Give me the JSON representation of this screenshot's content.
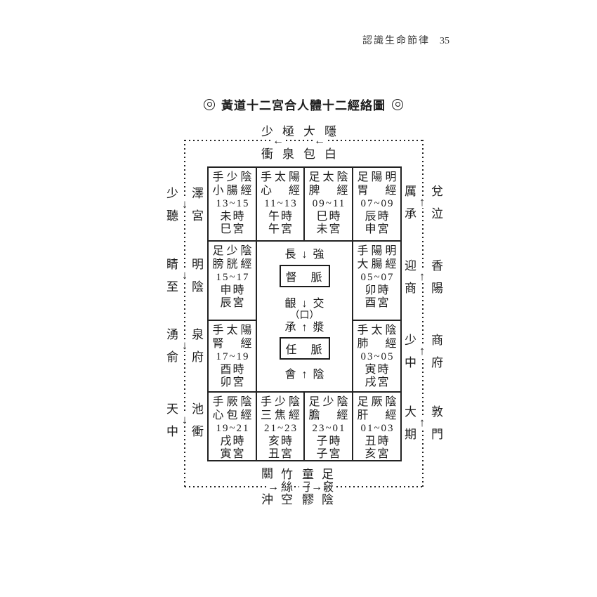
{
  "page": {
    "book_header": "認識生命節律",
    "page_number": "35"
  },
  "title": {
    "text": "黃道十二宮合人體十二經絡圖"
  },
  "frame": {
    "top_labels": [
      "少衝",
      "極泉",
      "大包",
      "隱白"
    ],
    "top_arrow": "←",
    "bottom_labels": [
      "關沖",
      "竹絲空",
      "童子髎",
      "足竅陰"
    ],
    "bottom_arrow": "→",
    "left_outer": [
      "少聽",
      "睛至",
      "湧俞",
      "天中"
    ],
    "left_inner": [
      "澤宮",
      "明陰",
      "泉府",
      "池衝"
    ],
    "left_arrow": "↓",
    "right_inner": [
      "厲承",
      "迎商",
      "少中",
      "大期"
    ],
    "right_outer": [
      "兌泣",
      "香陽",
      "商府",
      "敦門"
    ],
    "right_arrow": "↑"
  },
  "meridian_table": {
    "cells": [
      {
        "lines": [
          "手少陰",
          "小腸經",
          "13~15",
          "未時",
          "巳宮"
        ]
      },
      {
        "lines": [
          "手太陽",
          "心　經",
          "11~13",
          "午時",
          "午宮"
        ]
      },
      {
        "lines": [
          "足太陰",
          "脾　經",
          "09~11",
          "巳時",
          "未宮"
        ]
      },
      {
        "lines": [
          "足陽明",
          "胃　經",
          "07~09",
          "辰時",
          "申宮"
        ]
      },
      {
        "lines": [
          "足少陰",
          "膀胱經",
          "15~17",
          "申時",
          "辰宮"
        ]
      },
      {
        "lines": [
          "手陽明",
          "大腸經",
          "05~07",
          "卯時",
          "酉宮"
        ]
      },
      {
        "lines": [
          "手太陽",
          "腎　經",
          "17~19",
          "酉時",
          "卯宮"
        ]
      },
      {
        "lines": [
          "手太陰",
          "肺　經",
          "03~05",
          "寅時",
          "戌宮"
        ]
      },
      {
        "lines": [
          "手厥陰",
          "心包經",
          "19~21",
          "戌時",
          "寅宮"
        ]
      },
      {
        "lines": [
          "手少陰",
          "三焦經",
          "21~23",
          "亥時",
          "丑宮"
        ]
      },
      {
        "lines": [
          "足少陰",
          "膽　經",
          "23~01",
          "子時",
          "子宮"
        ]
      },
      {
        "lines": [
          "足厥陰",
          "肝　經",
          "01~03",
          "丑時",
          "亥宮"
        ]
      }
    ],
    "center": {
      "du_start": "長↓強",
      "du_vessel": "督　脈",
      "du_end": "齦↓交",
      "mouth": "（口）",
      "ren_start": "承↑漿",
      "ren_vessel": "任　脈",
      "ren_end": "會↑陰"
    }
  },
  "colors": {
    "ink": "#1c1c1c",
    "paper": "#ffffff"
  }
}
